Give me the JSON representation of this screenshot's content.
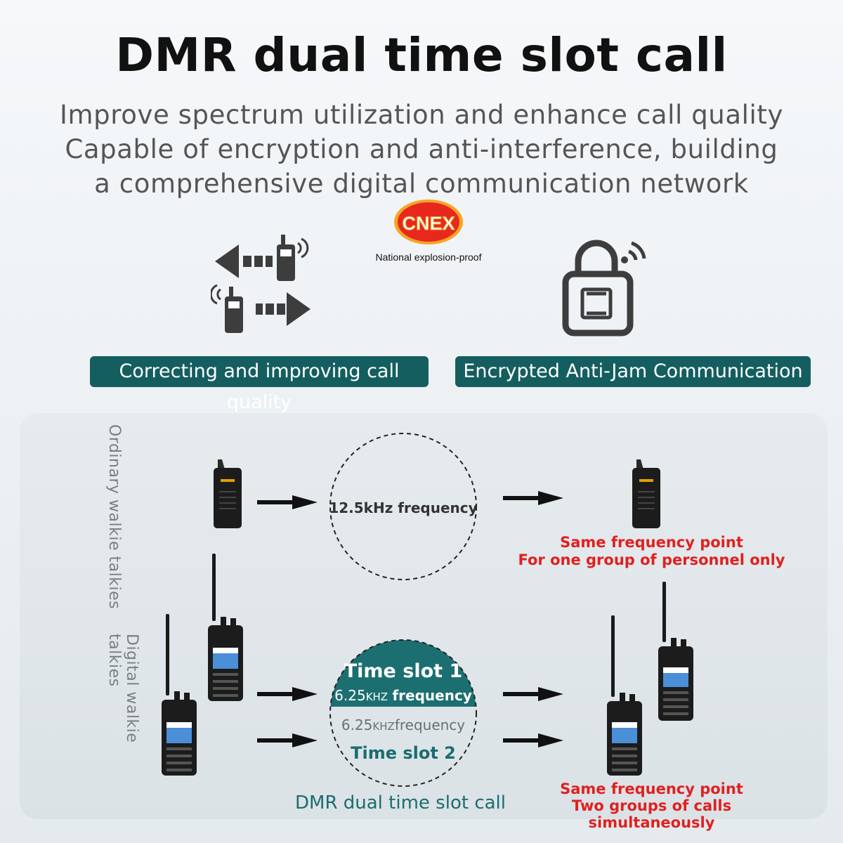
{
  "header": {
    "title": "DMR dual time slot call",
    "subtitle_lines": [
      "Improve spectrum utilization and enhance call quality",
      "Capable of encryption and anti-interference, building",
      "a comprehensive digital communication network"
    ]
  },
  "logo": {
    "text": "CNEX",
    "caption": "National explosion-proof",
    "colors": {
      "outer": "#f5a623",
      "inner": "#e8281e",
      "text": "#ffffff"
    }
  },
  "features": [
    {
      "label": "Correcting and improving call quality",
      "icon": "two-way-radio-exchange-icon"
    },
    {
      "label": "Encrypted Anti-Jam Communication",
      "icon": "lock-wireless-icon"
    }
  ],
  "diagram": {
    "ordinary_label": "Ordinary walkie talkies",
    "digital_label": "Digital walkie talkies",
    "ordinary_frequency": "12.5kHz frequency",
    "slot1_title": "Time slot 1",
    "slot1_freq_num": "6.25",
    "slot1_freq_unit": "KHZ",
    "slot1_freq_word": "frequency",
    "slot2_freq_num": "6.25",
    "slot2_freq_unit": "KHZ",
    "slot2_freq_word": "frequency",
    "slot2_title": "Time slot 2",
    "dmr_caption": "DMR dual time slot call",
    "ordinary_note_1": "Same frequency point",
    "ordinary_note_2": "For one group of personnel only",
    "digital_note_1": "Same frequency point",
    "digital_note_2": "Two groups of calls simultaneously"
  },
  "colors": {
    "teal": "#155e60",
    "slot_teal": "#1c6f71",
    "note_red": "#e02020"
  }
}
